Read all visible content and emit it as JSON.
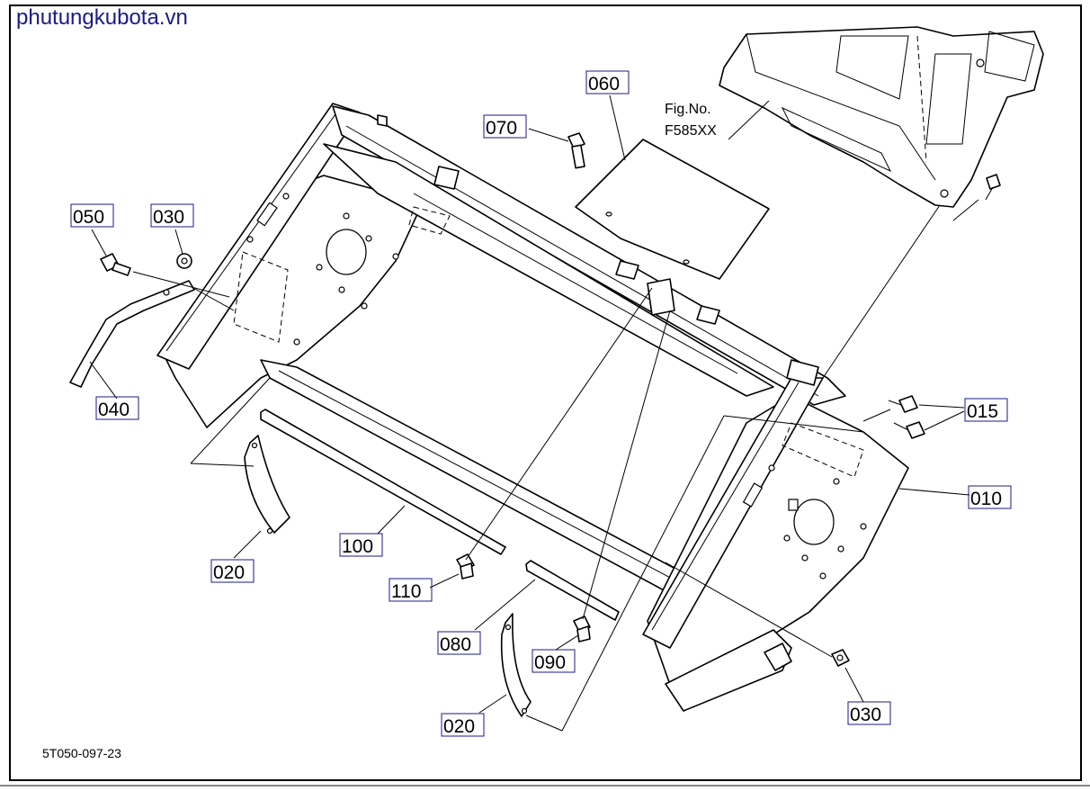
{
  "watermark": "phutungkubota.vn",
  "figure_ref": {
    "line1": "Fig.No.",
    "line2": "F585XX"
  },
  "drawing_code": "5T050-097-23",
  "callouts": {
    "c010": "010",
    "c015": "015",
    "c020a": "020",
    "c020b": "020",
    "c030a": "030",
    "c030b": "030",
    "c040": "040",
    "c050": "050",
    "c060": "060",
    "c070": "070",
    "c080": "080",
    "c090": "090",
    "c100": "100",
    "c110": "110"
  },
  "colors": {
    "watermark": "#1a1a8c",
    "callout_box": "#1a1a8c",
    "lines": "#000000"
  }
}
